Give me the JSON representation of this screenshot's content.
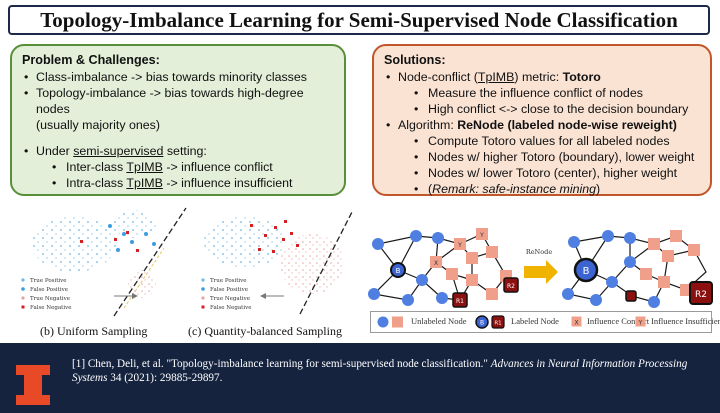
{
  "title": "Topology-Imbalance Learning for Semi-Supervised Node Classification",
  "problem": {
    "heading": "Problem & Challenges:",
    "items": [
      "Class-imbalance -> bias towards minority classes",
      "Topology-imbalance -> bias towards high-degree nodes",
      "(usually majority ones)",
      "Under ",
      "semi-supervised",
      " setting:",
      "Inter-class ",
      "TpIMB",
      " -> influence conflict",
      "Intra-class ",
      "TpIMB",
      " -> influence insufficient"
    ]
  },
  "solutions": {
    "heading": "Solutions:",
    "metric_pre": "Node-conflict (",
    "metric_tp": "TpIMB",
    "metric_post": ") metric: ",
    "metric_name": "Totoro",
    "sub1": "Measure the influence conflict of nodes",
    "sub2": "High conflict <-> close to the decision boundary",
    "algo_pre": "Algorithm: ",
    "algo_name": "ReNode (labeled node-wise reweight)",
    "sub3": "Compute Totoro values for all labeled nodes",
    "sub4": "Nodes w/ higher Totoro (boundary), lower weight",
    "sub5": "Nodes w/ lower Totoro (center), higher weight",
    "sub6_pre": "(",
    "sub6_it": "Remark: safe-instance mining",
    "sub6_post": ")"
  },
  "plot_legend": [
    "True  Positive",
    "False Positive",
    "True  Negative",
    "False Negative"
  ],
  "captions": {
    "left": "(b) Uniform Sampling",
    "right": "(c) Quantity-balanced Sampling"
  },
  "graph": {
    "renode": "ReNode",
    "node_b": "B",
    "node_r1": "R1",
    "node_r2": "R2",
    "node_x": "X",
    "node_y": "Y"
  },
  "legend": {
    "unlabeled": "Unlabeled Node",
    "labeled": "Labeled Node",
    "conflict": "Influence Conflict",
    "insufficient": "Influence Insufficient"
  },
  "footer": {
    "ref_pre": "[1] Chen, Deli, et al. \"Topology-imbalance learning for semi-supervised node classification.\" ",
    "ref_journal": "Advances in Neural Information Processing Systems",
    "ref_post": " 34 (2021): 29885-29897."
  },
  "colors": {
    "navy": "#15233f",
    "green_border": "#5a8f3a",
    "orange_border": "#c0572a",
    "blue_node": "#4f7fe0",
    "salmon_node": "#f0a08a",
    "dark_red": "#8b1010",
    "illini_orange": "#e84a27"
  }
}
